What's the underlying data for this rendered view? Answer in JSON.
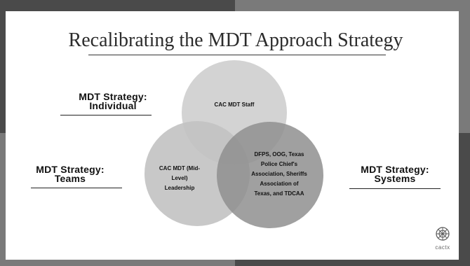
{
  "slide": {
    "title": "Recalibrating the MDT Approach Strategy",
    "strategies": {
      "individual": "MDT Strategy: Individual",
      "teams": "MDT Strategy: Teams",
      "systems": "MDT Strategy: Systems"
    },
    "circles": {
      "top": "CAC MDT Staff",
      "left": "CAC MDT (Mid-Level) Leadership",
      "right": "DFPS, OOG, Texas Police Chief's Association, Sheriffs Association of Texas, and TDCAA"
    },
    "logo_text": "cactx"
  },
  "colors": {
    "frame_dark": "#4a4a4a",
    "frame_mid": "#7a7a7a",
    "circle_top": "#d3d3d3",
    "circle_left": "#c2c2c2",
    "circle_right": "#8f8f8f"
  }
}
